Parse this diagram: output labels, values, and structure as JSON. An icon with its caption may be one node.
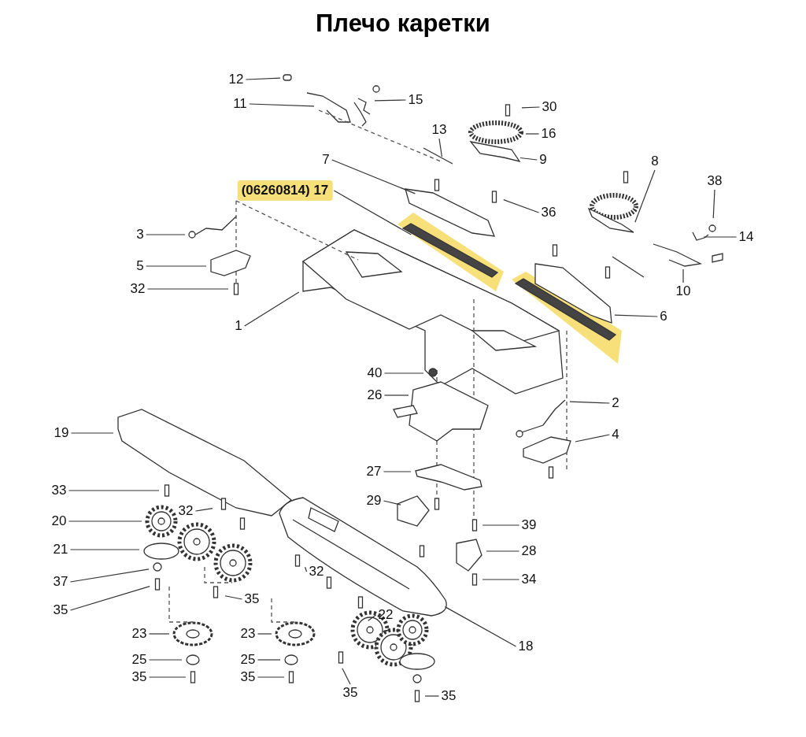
{
  "diagram": {
    "title": "Плечо каретки",
    "nodes": [
      {
        "text": [
          "12"
        ]
      },
      {
        "text": [
          "11"
        ]
      },
      {
        "text": [
          "15"
        ]
      },
      {
        "text": [
          "30"
        ]
      },
      {
        "text": [
          "13"
        ]
      },
      {
        "text": [
          "16"
        ]
      },
      {
        "text": [
          "9"
        ]
      },
      {
        "text": [
          "7"
        ]
      },
      {
        "text": [
          "8"
        ]
      },
      {
        "text": [
          "38"
        ]
      },
      {
        "text": [
          "(06260814) 17"
        ]
      },
      {
        "text": [
          "36"
        ]
      },
      {
        "text": [
          "3"
        ]
      },
      {
        "text": [
          "14"
        ]
      },
      {
        "text": [
          "5"
        ]
      },
      {
        "text": [
          "32"
        ]
      },
      {
        "text": [
          "10"
        ]
      },
      {
        "text": [
          "1"
        ]
      },
      {
        "text": [
          "6"
        ]
      },
      {
        "text": [
          "40"
        ]
      },
      {
        "text": [
          "26"
        ]
      },
      {
        "text": [
          "2"
        ]
      },
      {
        "text": [
          "19"
        ]
      },
      {
        "text": [
          "4"
        ]
      },
      {
        "text": [
          "27"
        ]
      },
      {
        "text": [
          "33"
        ]
      },
      {
        "text": [
          "29"
        ]
      },
      {
        "text": [
          "32"
        ]
      },
      {
        "text": [
          "20"
        ]
      },
      {
        "text": [
          "39"
        ]
      },
      {
        "text": [
          "21"
        ]
      },
      {
        "text": [
          "28"
        ]
      },
      {
        "text": [
          "32"
        ]
      },
      {
        "text": [
          "37"
        ]
      },
      {
        "text": [
          "34"
        ]
      },
      {
        "text": [
          "35"
        ]
      },
      {
        "text": [
          "22"
        ]
      },
      {
        "text": [
          "35"
        ]
      },
      {
        "text": [
          "18"
        ]
      },
      {
        "text": [
          "23"
        ]
      },
      {
        "text": [
          "23"
        ]
      },
      {
        "text": [
          "25"
        ]
      },
      {
        "text": [
          "25"
        ]
      },
      {
        "text": [
          "35"
        ]
      },
      {
        "text": [
          "35"
        ]
      },
      {
        "text": [
          "35"
        ]
      },
      {
        "text": [
          "35"
        ]
      }
    ],
    "edges": [
      {
        "from": 0,
        "to": null,
        "arrow": "none"
      },
      {
        "from": 1,
        "to": null,
        "arrow": "none"
      },
      {
        "from": 2,
        "to": null,
        "arrow": "none"
      },
      {
        "from": 3,
        "to": null,
        "arrow": "none"
      },
      {
        "from": 4,
        "to": null,
        "arrow": "none"
      },
      {
        "from": 5,
        "to": null,
        "arrow": "none"
      },
      {
        "from": 6,
        "to": null,
        "arrow": "none"
      },
      {
        "from": 7,
        "to": null,
        "arrow": "none"
      },
      {
        "from": 8,
        "to": null,
        "arrow": "none"
      },
      {
        "from": 9,
        "to": null,
        "arrow": "none"
      },
      {
        "from": 10,
        "to": null,
        "arrow": "none"
      },
      {
        "from": 11,
        "to": null,
        "arrow": "none"
      },
      {
        "from": 12,
        "to": null,
        "arrow": "none"
      },
      {
        "from": 13,
        "to": null,
        "arrow": "none"
      },
      {
        "from": 14,
        "to": null,
        "arrow": "none"
      },
      {
        "from": 15,
        "to": null,
        "arrow": "none"
      },
      {
        "from": 16,
        "to": null,
        "arrow": "none"
      },
      {
        "from": 17,
        "to": null,
        "arrow": "none"
      },
      {
        "from": 18,
        "to": null,
        "arrow": "none"
      },
      {
        "from": 19,
        "to": null,
        "arrow": "none"
      },
      {
        "from": 20,
        "to": null,
        "arrow": "none"
      },
      {
        "from": 21,
        "to": null,
        "arrow": "none"
      },
      {
        "from": 22,
        "to": null,
        "arrow": "none"
      },
      {
        "from": 23,
        "to": null,
        "arrow": "none"
      },
      {
        "from": 24,
        "to": null,
        "arrow": "none"
      },
      {
        "from": 25,
        "to": null,
        "arrow": "none"
      },
      {
        "from": 26,
        "to": null,
        "arrow": "none"
      },
      {
        "from": 27,
        "to": null,
        "arrow": "none"
      },
      {
        "from": 28,
        "to": null,
        "arrow": "none"
      },
      {
        "from": 29,
        "to": null,
        "arrow": "none"
      },
      {
        "from": 30,
        "to": null,
        "arrow": "none"
      },
      {
        "from": 31,
        "to": null,
        "arrow": "none"
      },
      {
        "from": 32,
        "to": null,
        "arrow": "none"
      },
      {
        "from": 33,
        "to": null,
        "arrow": "none"
      },
      {
        "from": 34,
        "to": null,
        "arrow": "none"
      },
      {
        "from": 35,
        "to": null,
        "arrow": "none"
      },
      {
        "from": 36,
        "to": null,
        "arrow": "none"
      },
      {
        "from": 37,
        "to": null,
        "arrow": "none"
      },
      {
        "from": 38,
        "to": null,
        "arrow": "none"
      },
      {
        "from": 39,
        "to": null,
        "arrow": "none"
      },
      {
        "from": 40,
        "to": null,
        "arrow": "none"
      },
      {
        "from": 41,
        "to": null,
        "arrow": "none"
      },
      {
        "from": 42,
        "to": null,
        "arrow": "none"
      },
      {
        "from": 43,
        "to": null,
        "arrow": "none"
      },
      {
        "from": 44,
        "to": null,
        "arrow": "none"
      },
      {
        "from": 45,
        "to": null,
        "arrow": "none"
      },
      {
        "from": 46,
        "to": null,
        "arrow": "none"
      }
    ]
  }
}
